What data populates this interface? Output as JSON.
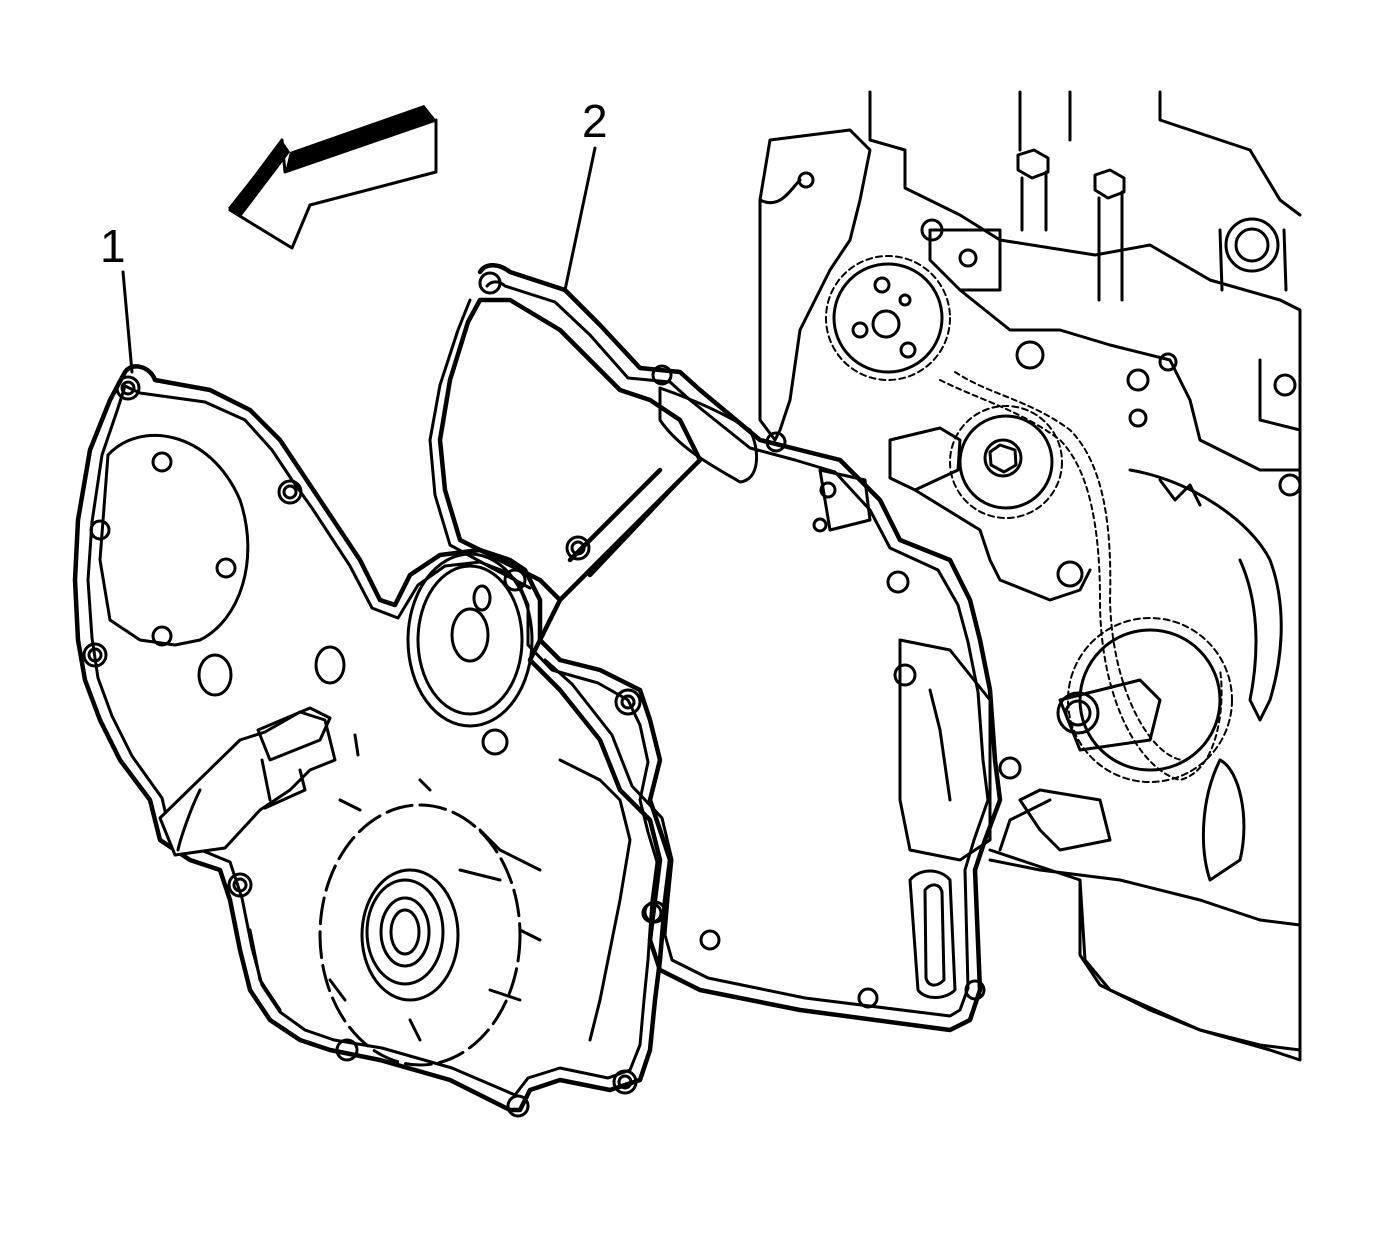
{
  "callouts": [
    {
      "number": "1",
      "part": "engine-front-cover"
    },
    {
      "number": "2",
      "part": "engine-front-cover-gasket"
    }
  ],
  "icons": {
    "direction_arrow": "arrow-upper-left-icon"
  },
  "colors": {
    "line": "#000000",
    "background": "#ffffff"
  }
}
